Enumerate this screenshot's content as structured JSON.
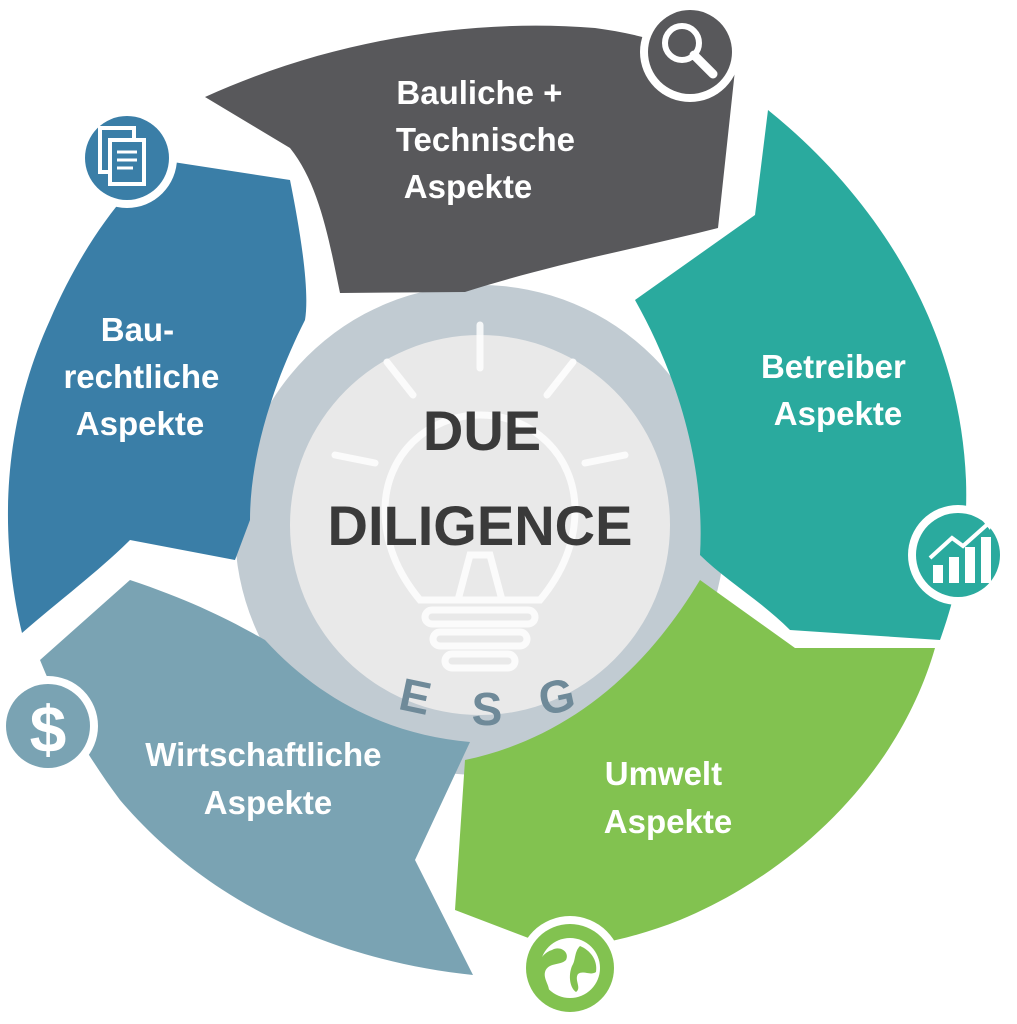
{
  "center": {
    "title_line1": "DUE",
    "title_line2": "DILIGENCE",
    "esg_letters": [
      "E",
      "S",
      "G"
    ]
  },
  "segments": [
    {
      "id": "bauliche",
      "label_lines": [
        "Bauliche +",
        "Technische",
        "Aspekte"
      ],
      "color": "#58585b",
      "icon": "magnifier-icon"
    },
    {
      "id": "betreiber",
      "label_lines": [
        "Betreiber",
        "Aspekte"
      ],
      "color": "#2aaa9e",
      "icon": "growth-chart-icon"
    },
    {
      "id": "umwelt",
      "label_lines": [
        "Umwelt",
        "Aspekte"
      ],
      "color": "#82c250",
      "icon": "globe-icon"
    },
    {
      "id": "wirtschaftliche",
      "label_lines": [
        "Wirtschaftliche",
        "Aspekte"
      ],
      "color": "#7aa3b3",
      "icon": "dollar-icon"
    },
    {
      "id": "baurechtliche",
      "label_lines": [
        "Bau-",
        "rechtliche",
        "Aspekte"
      ],
      "color": "#3a7ea7",
      "icon": "documents-icon"
    }
  ],
  "colors": {
    "ring": "#c1cbd2",
    "center_fill": "#e9e9e9",
    "center_text": "#3a3a3a",
    "esg_text": "#6f8a99"
  }
}
